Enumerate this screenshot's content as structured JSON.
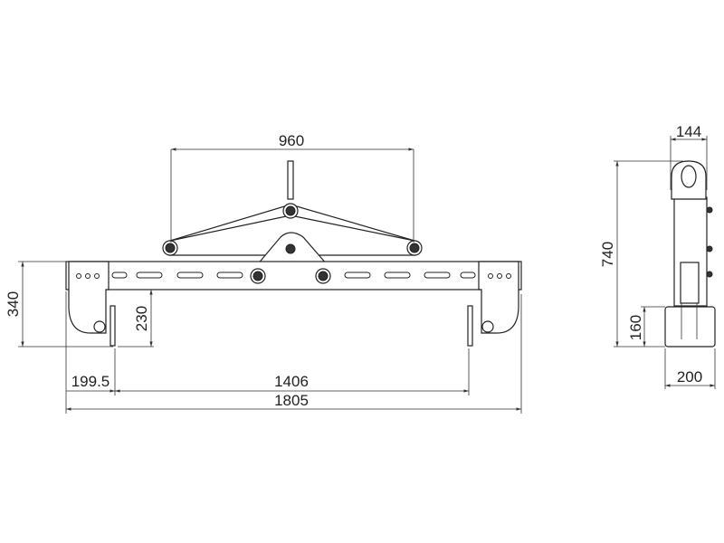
{
  "title": "Lifting clamp beam technical drawing",
  "dimensions": {
    "lever_span": "960",
    "total_height": "340",
    "clamp_height": "230",
    "end_offset": "199.5",
    "clamp_span": "1406",
    "total_length": "1805",
    "side_width_top": "144",
    "side_height": "740",
    "pad_height": "160",
    "pad_width": "200"
  }
}
